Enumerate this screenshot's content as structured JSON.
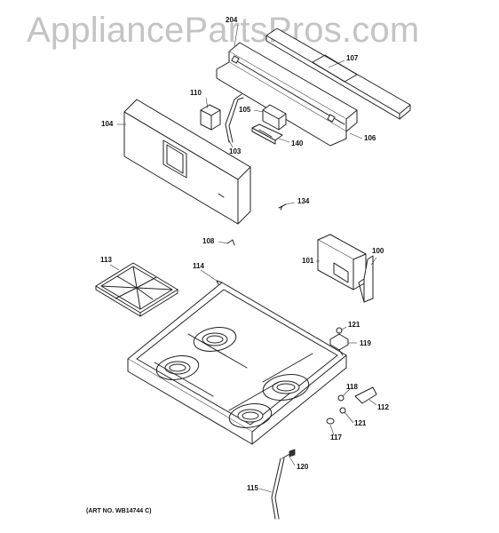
{
  "watermark": "AppliancePartsPros.com",
  "art_number": "(ART NO. WB14744 C)",
  "parts": [
    {
      "id": "p204",
      "label": "204"
    },
    {
      "id": "p107",
      "label": "107"
    },
    {
      "id": "p110",
      "label": "110"
    },
    {
      "id": "p104",
      "label": "104"
    },
    {
      "id": "p105",
      "label": "105"
    },
    {
      "id": "p103",
      "label": "103"
    },
    {
      "id": "p140",
      "label": "140"
    },
    {
      "id": "p106",
      "label": "106"
    },
    {
      "id": "p134",
      "label": "134"
    },
    {
      "id": "p108",
      "label": "108"
    },
    {
      "id": "p100",
      "label": "100"
    },
    {
      "id": "p113",
      "label": "113"
    },
    {
      "id": "p114",
      "label": "114"
    },
    {
      "id": "p101",
      "label": "101"
    },
    {
      "id": "p121a",
      "label": "121"
    },
    {
      "id": "p119",
      "label": "119"
    },
    {
      "id": "p118",
      "label": "118"
    },
    {
      "id": "p112",
      "label": "112"
    },
    {
      "id": "p121b",
      "label": "121"
    },
    {
      "id": "p117",
      "label": "117"
    },
    {
      "id": "p120",
      "label": "120"
    },
    {
      "id": "p115",
      "label": "115"
    }
  ]
}
